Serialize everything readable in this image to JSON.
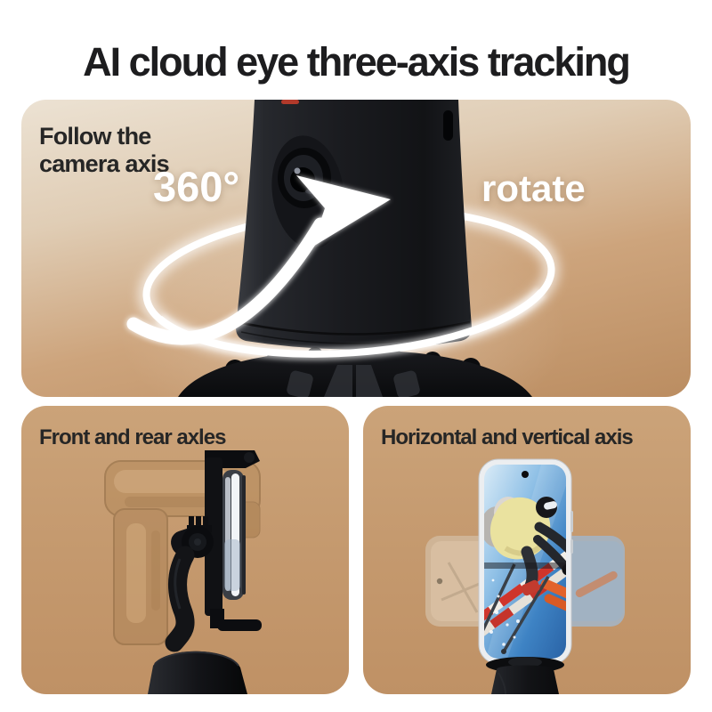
{
  "title": "AI cloud eye three-axis tracking",
  "main_panel": {
    "caption_line1": "Follow the",
    "caption_line2": "camera axis",
    "degree_label": "360°",
    "rotate_label": "rotate"
  },
  "bottom_left_panel": {
    "title": "Front and rear axles"
  },
  "bottom_right_panel": {
    "title": "Horizontal and vertical axis"
  },
  "colors": {
    "page_background": "#ffffff",
    "title_text": "#1d1d1f",
    "heading_text": "#262626",
    "panel_tan": "#c59a6f",
    "main_panel_gradient_top": "#ece2d3",
    "main_panel_gradient_bottom": "#bb8d61",
    "device_black": "#17181b",
    "ring_white": "#ffffff",
    "accent_red": "#b23a2b",
    "ski_orange": "#e2622b",
    "screen_sky_blue": "#3e83c4"
  }
}
